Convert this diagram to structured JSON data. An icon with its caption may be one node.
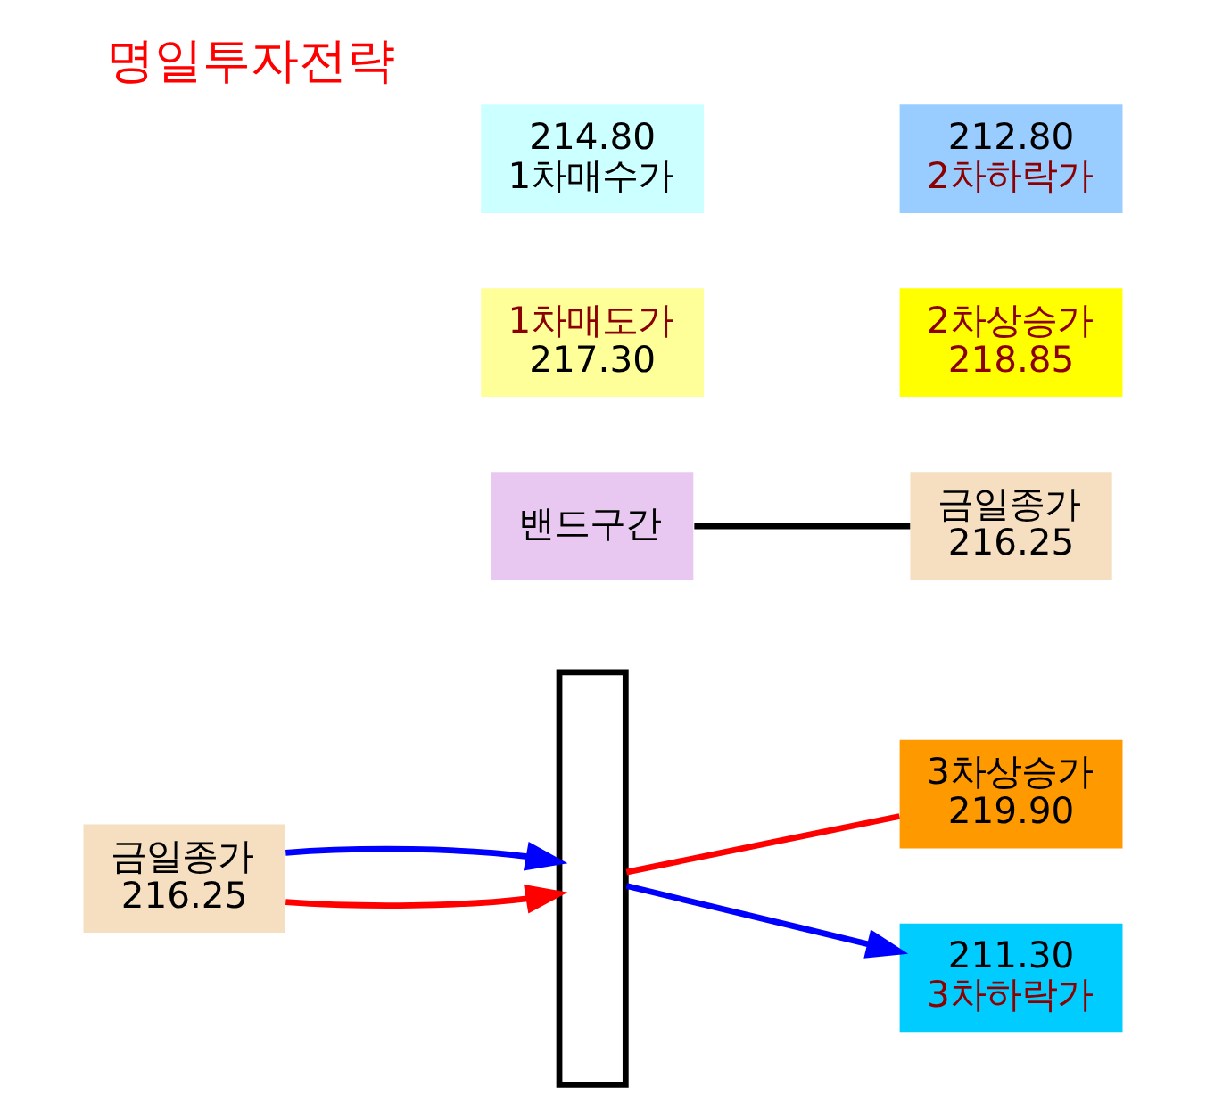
{
  "diagram": {
    "title": "명일투자전략",
    "nodes": [
      {
        "text": [
          "금일종가",
          "216.25"
        ]
      },
      {
        "text": [],
        "shape": "box"
      },
      {
        "text": [
          "밴드구간"
        ]
      },
      {
        "text": [
          "1차매도가",
          "217.30"
        ]
      },
      {
        "text": [
          "2차상승가",
          "218.85"
        ]
      },
      {
        "text": [
          "3차상승가",
          "219.90"
        ]
      },
      {
        "text": [
          "금일종가",
          "216.25"
        ]
      },
      {
        "text": [
          "214.80",
          "1차매수가"
        ]
      },
      {
        "text": [
          "212.80",
          "2차하락가"
        ]
      },
      {
        "text": [
          "211.30",
          "3차하락가"
        ]
      }
    ],
    "edges": [
      {
        "from": 0,
        "to": 1,
        "arrow": "to",
        "color": "#ff0000"
      },
      {
        "from": 0,
        "to": 1,
        "arrow": "to",
        "color": "#0000ff"
      },
      {
        "from": 1,
        "to": 5,
        "arrow": "none",
        "color": "#ff0000"
      },
      {
        "from": 1,
        "to": 9,
        "arrow": "to",
        "color": "#0000ff"
      },
      {
        "from": 2,
        "to": 6,
        "arrow": "none",
        "color": "#000000"
      }
    ]
  }
}
